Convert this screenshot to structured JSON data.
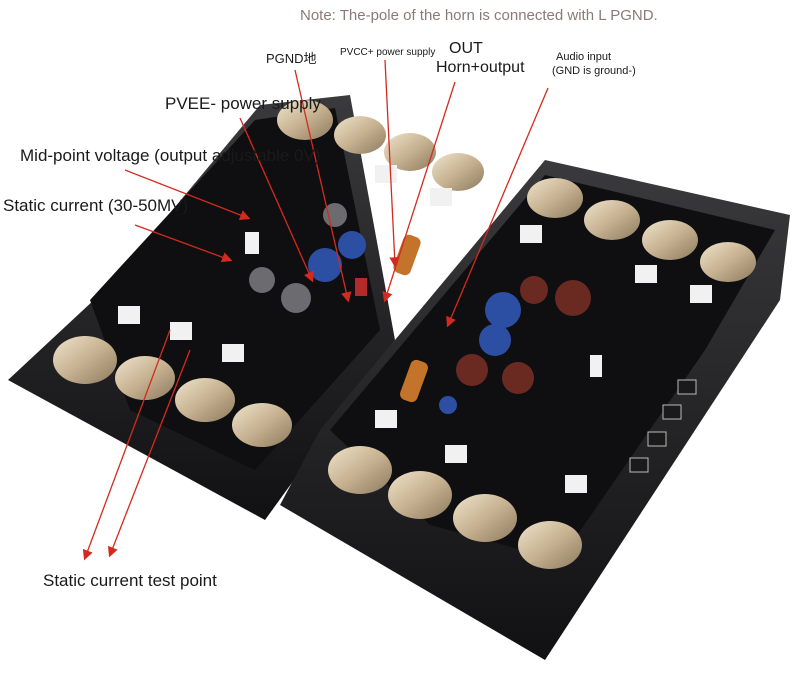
{
  "labels": {
    "note": "Note: The-pole of the horn is connected with L PGND.",
    "pgnd": "PGND地",
    "pvcc_plus": "PVCC+ power supply",
    "out": "OUT",
    "horn_output": "Horn+output",
    "audio_input": "Audio input",
    "audio_gnd": "(GND is ground-)",
    "pvee": "PVEE- power supply",
    "midpoint": "Mid-point voltage (output adjustable 0V)",
    "static_current": "Static current (30-50MV)",
    "test_point": "Static current test point"
  },
  "colors": {
    "arrow": "#d42a1e",
    "heatsink": "#1d1d1f",
    "pcb": "#111113",
    "transistor": "#c9b79a",
    "capacitor_blue": "#2d4fa3",
    "capacitor_brown": "#6a2a22"
  }
}
